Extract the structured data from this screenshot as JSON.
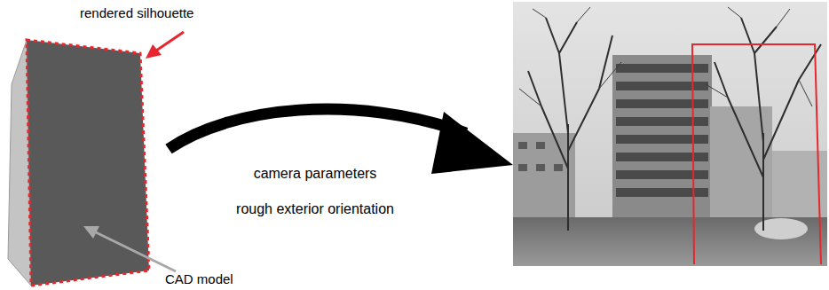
{
  "diagram": {
    "labels": [
      "rendered silhouette",
      "camera parameters",
      "rough exterior orientation",
      "CAD model"
    ]
  }
}
